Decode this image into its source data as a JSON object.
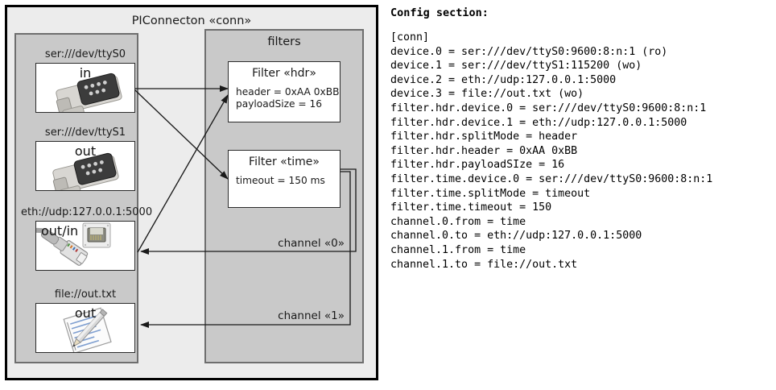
{
  "diagram": {
    "outer": {
      "title": "PIConnecton «conn»"
    },
    "devices_group": {
      "title": ""
    },
    "filters_group": {
      "title": "filters"
    },
    "devices": [
      {
        "name": "ttyS0",
        "label": "ser:///dev/ttyS0",
        "direction": "in",
        "icon": "serial-db9-icon"
      },
      {
        "name": "ttyS1",
        "label": "ser:///dev/ttyS1",
        "direction": "out",
        "icon": "serial-db9-icon"
      },
      {
        "name": "eth",
        "label": "eth://udp:127.0.0.1:5000",
        "direction": "out/in",
        "icon": "ethernet-plug-icon"
      },
      {
        "name": "file",
        "label": "file://out.txt",
        "direction": "out",
        "icon": "text-document-pencil-icon"
      }
    ],
    "filters": [
      {
        "title": "Filter «hdr»",
        "props": [
          "header = 0xAA 0xBB",
          "payloadSize = 16"
        ]
      },
      {
        "title": "Filter «time»",
        "props": [
          "timeout = 150 ms"
        ]
      }
    ],
    "channels": [
      {
        "label": "channel «0»"
      },
      {
        "label": "channel «1»"
      }
    ],
    "colors": {
      "page_background": "#ffffff",
      "outer_fill": "#ececec",
      "outer_border": "#000000",
      "group_fill": "#c9c9c9",
      "group_border": "#6e6e6e",
      "box_fill": "#ffffff",
      "box_border": "#2b2b2b",
      "wire": "#1a1a1a",
      "text": "#1a1a1a"
    }
  },
  "config": {
    "heading": "Config section:",
    "lines": [
      "[conn]",
      "device.0 = ser:///dev/ttyS0:9600:8:n:1 (ro)",
      "device.1 = ser:///dev/ttyS1:115200 (wo)",
      "device.2 = eth://udp:127.0.0.1:5000",
      "device.3 = file://out.txt (wo)",
      "filter.hdr.device.0 = ser:///dev/ttyS0:9600:8:n:1",
      "filter.hdr.device.1 = eth://udp:127.0.0.1:5000",
      "filter.hdr.splitMode = header",
      "filter.hdr.header = 0xAA 0xBB",
      "filter.hdr.payloadSIze = 16",
      "filter.time.device.0 = ser:///dev/ttyS0:9600:8:n:1",
      "filter.time.splitMode = timeout",
      "filter.time.timeout = 150",
      "channel.0.from = time",
      "channel.0.to = eth://udp:127.0.0.1:5000",
      "channel.1.from = time",
      "channel.1.to = file://out.txt"
    ]
  }
}
